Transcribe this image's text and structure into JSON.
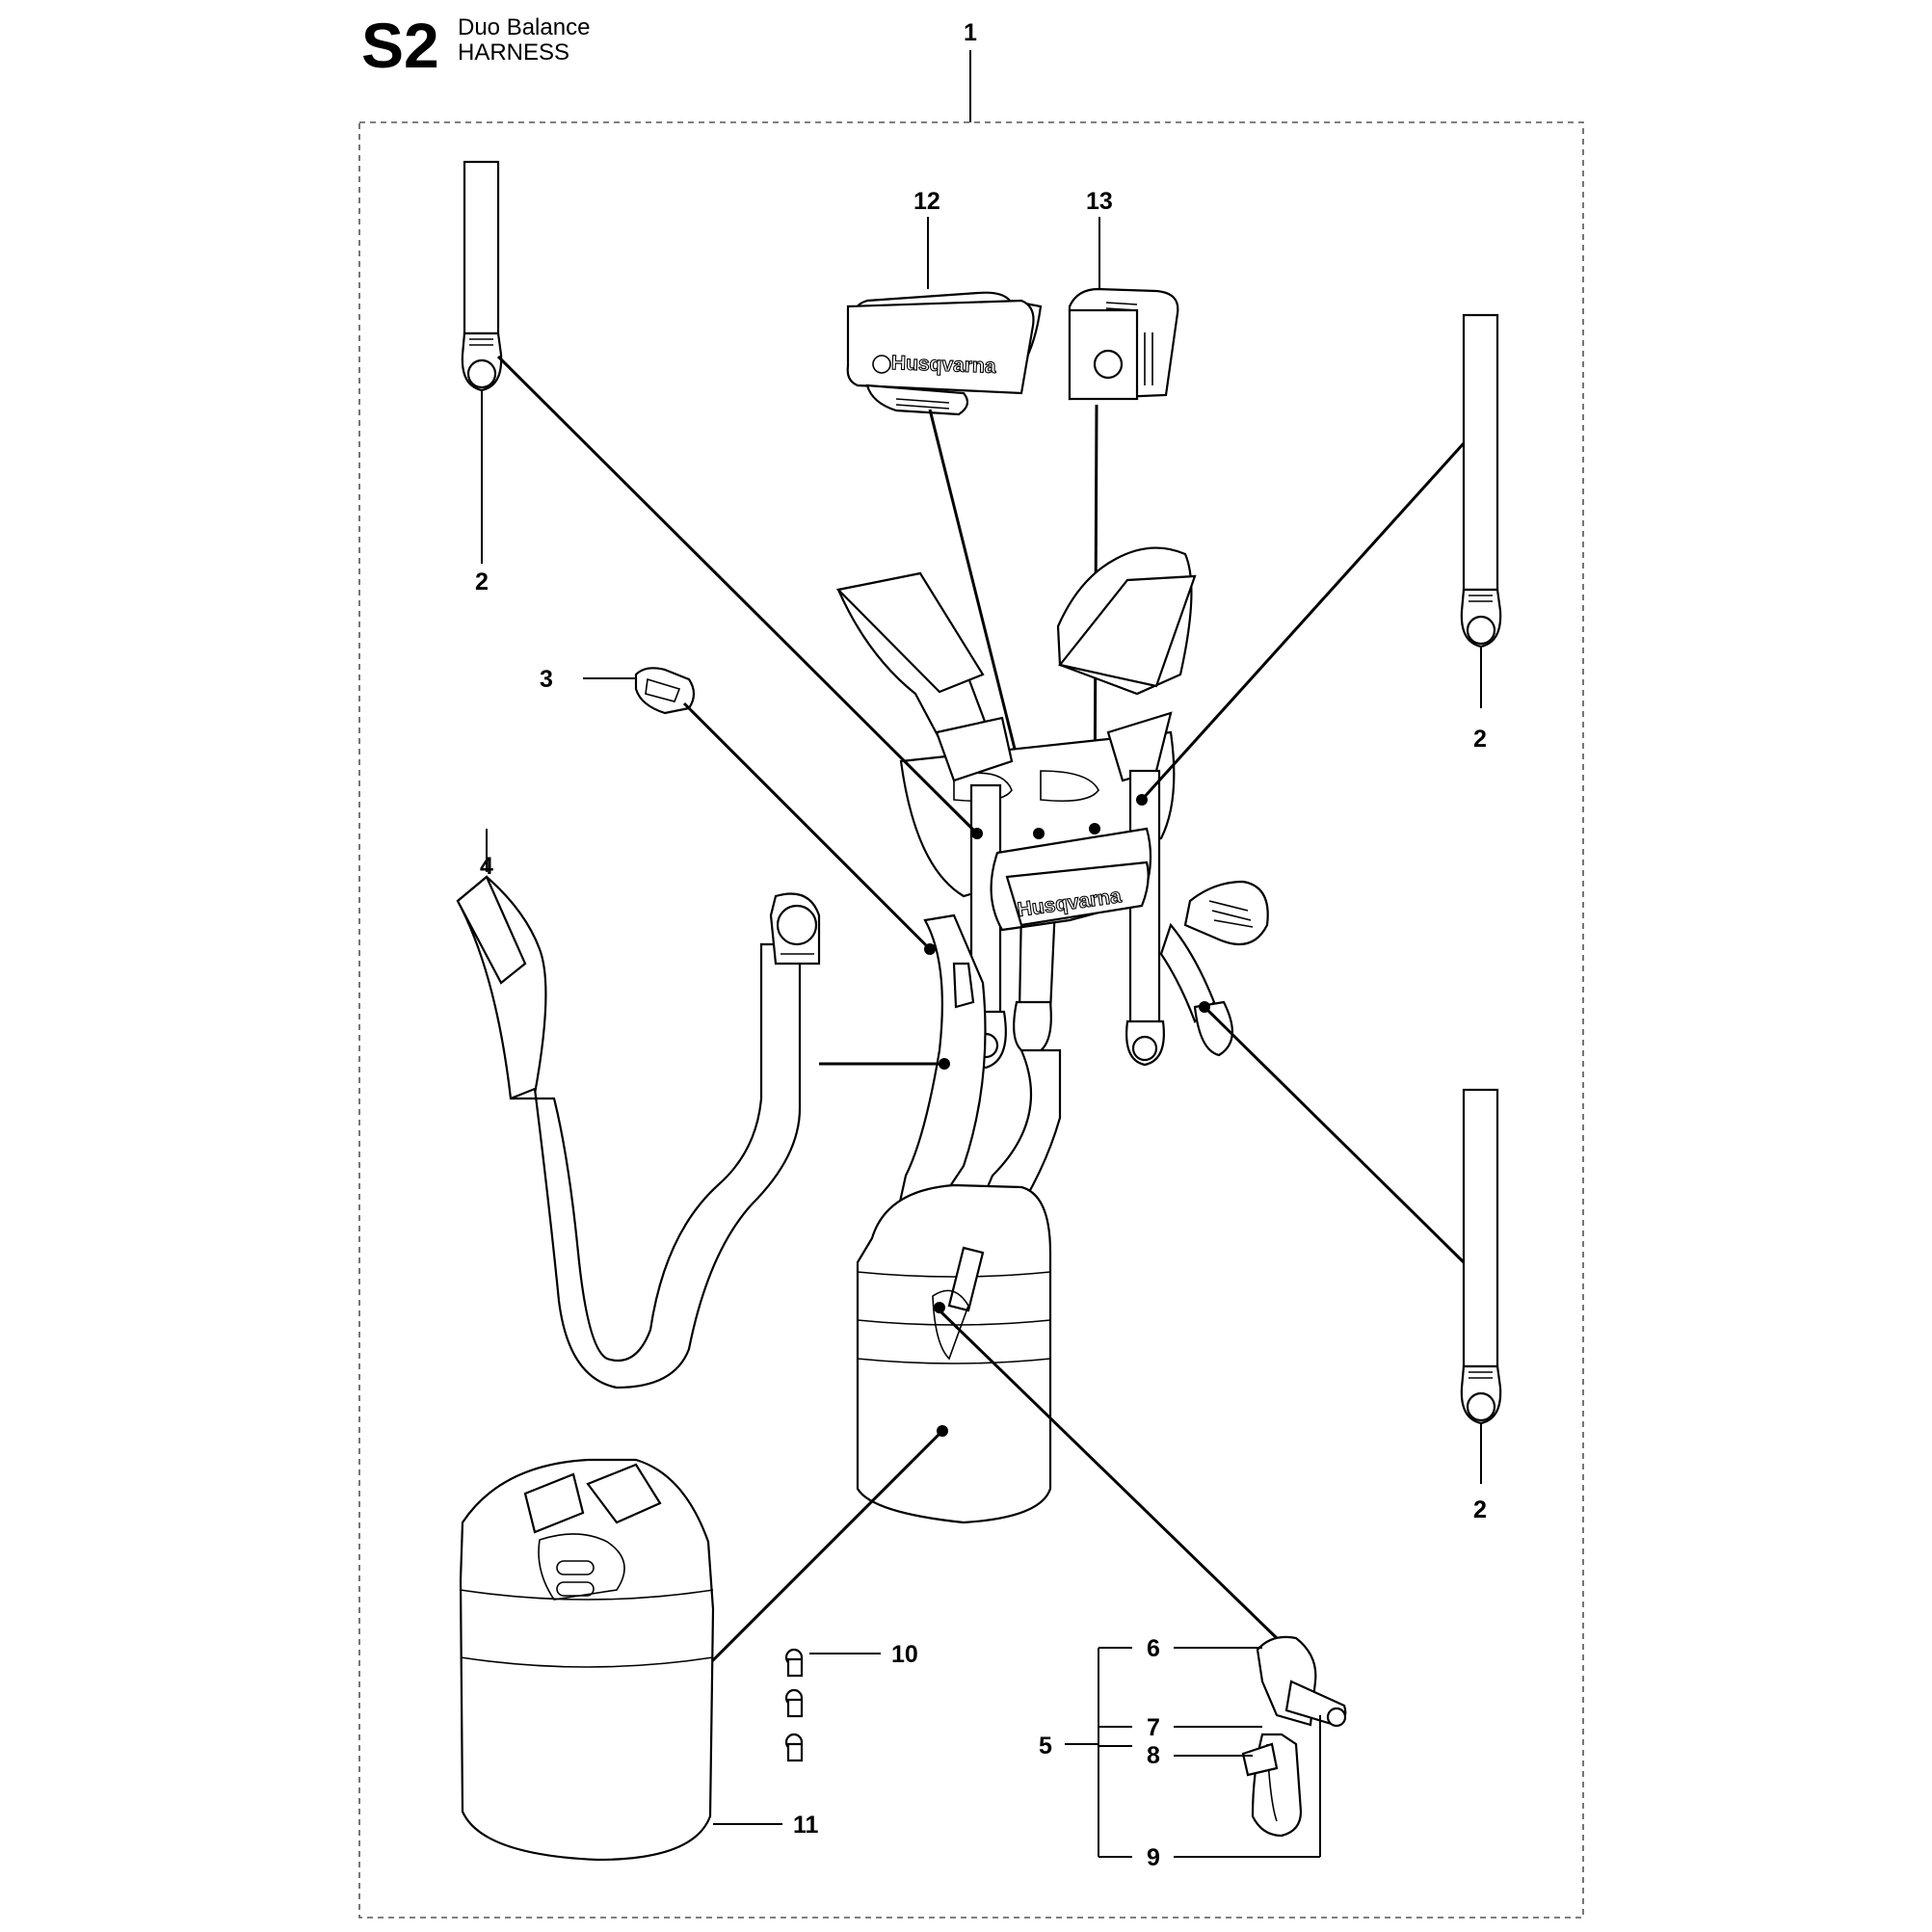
{
  "header": {
    "section_code": "S2",
    "model": "Duo Balance",
    "title": "HARNESS"
  },
  "brand_text": "Husqvarna",
  "callouts": {
    "assembly": "1",
    "strap_top_left": "2",
    "strap_right_upper": "2",
    "strap_right_lower": "2",
    "strap_bottom_right": "2",
    "buckle": "3",
    "hip_pad": "4",
    "hook_assembly": "5",
    "hook_part_6": "6",
    "hook_part_7": "7",
    "hook_part_8": "8",
    "hook_part_9": "9",
    "screw": "10",
    "back_cover": "11",
    "cover_left": "12",
    "cover_right": "13"
  }
}
